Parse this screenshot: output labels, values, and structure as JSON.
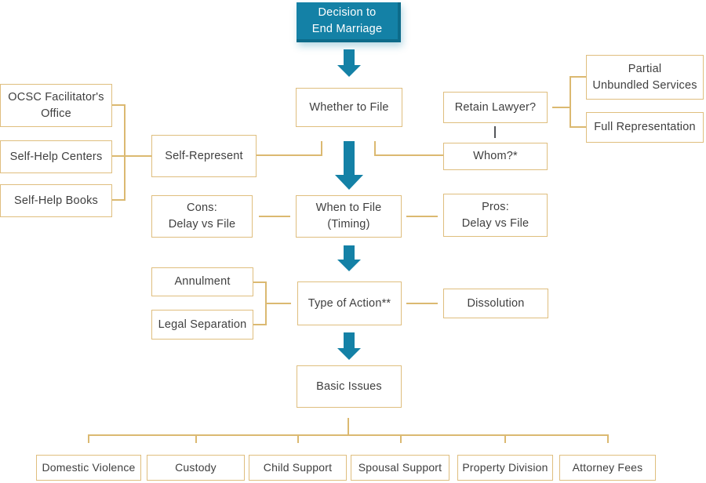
{
  "diagram_title": "Decision to End Marriage flowchart",
  "colors": {
    "teal": "#1481a6",
    "teal-dark": "#0d6b8a",
    "tan-line": "#dbb971",
    "tan-border": "#dfbe7e",
    "gray-line": "#54565a",
    "text": "#3f3f3f"
  },
  "nodes": {
    "decision": "Decision to\nEnd Marriage",
    "whether_to_file": "Whether to File",
    "retain_lawyer": "Retain Lawyer?",
    "partial_unbundled": "Partial\nUnbundled Services",
    "full_representation": "Full Representation",
    "ocsc_office": "OCSC Facilitator's\nOffice",
    "self_help_centers": "Self-Help Centers",
    "self_help_books": "Self-Help Books",
    "self_represent": "Self-Represent",
    "whom": "Whom?*",
    "cons": "Cons:\nDelay vs File",
    "when_to_file": "When to File\n(Timing)",
    "pros": "Pros:\nDelay vs File",
    "annulment": "Annulment",
    "legal_separation": "Legal Separation",
    "type_of_action": "Type of Action**",
    "dissolution": "Dissolution",
    "basic_issues": "Basic Issues",
    "domestic_violence": "Domestic Violence",
    "custody": "Custody",
    "child_support": "Child Support",
    "spousal_support": "Spousal Support",
    "property_division": "Property Division",
    "attorney_fees": "Attorney Fees"
  }
}
